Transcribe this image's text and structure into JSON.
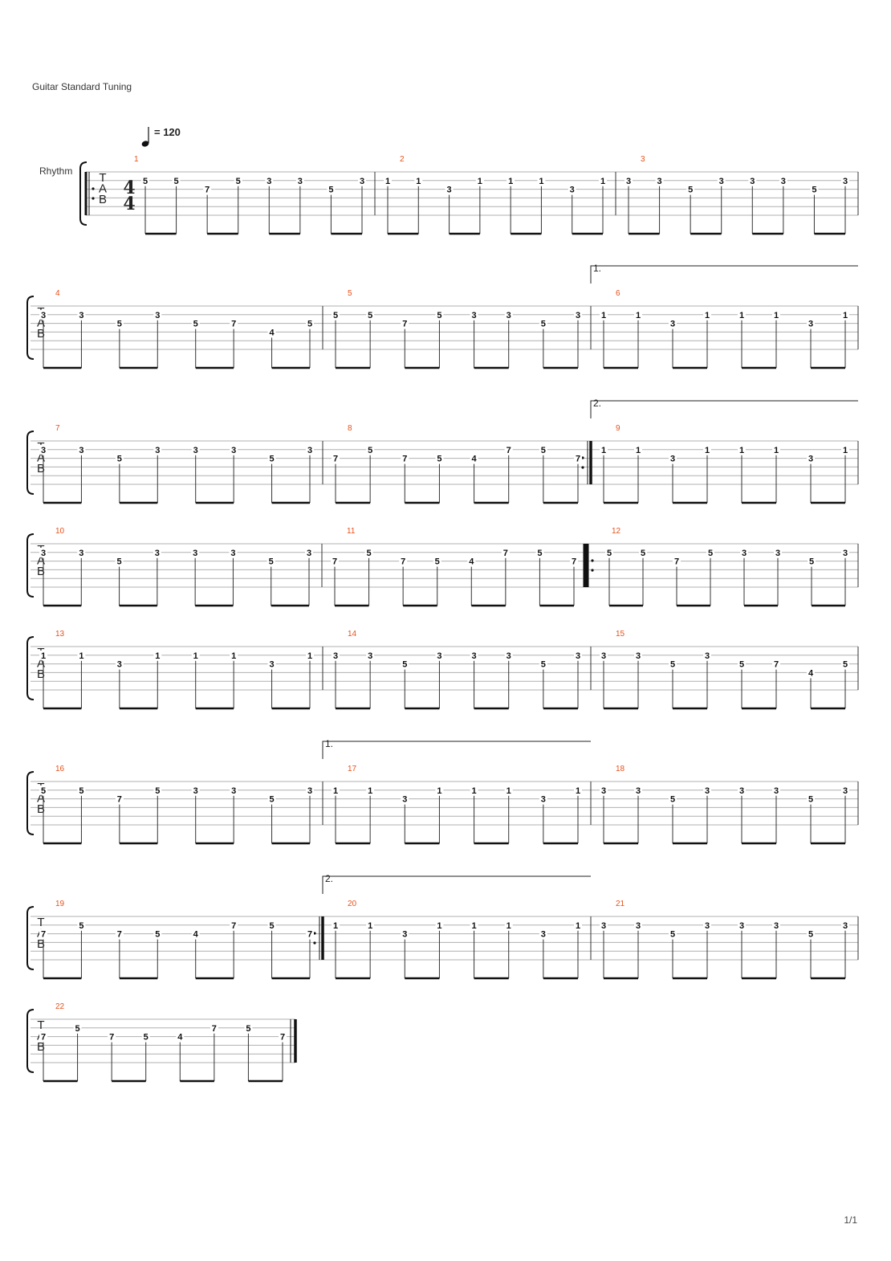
{
  "header": {
    "tuning": "Guitar Standard Tuning",
    "tempo": "= 120",
    "track_name": "Rhythm",
    "time_signature": {
      "numerator": "4",
      "denominator": "4"
    },
    "tab_letters": [
      "T",
      "A",
      "B"
    ]
  },
  "colors": {
    "bar_number": "#e8501a",
    "staff_line": "#b0b0b0",
    "notes": "#111111"
  },
  "systems": [
    {
      "bars": [
        1,
        2,
        3
      ]
    },
    {
      "bars": [
        4,
        5,
        6
      ]
    },
    {
      "bars": [
        7,
        8,
        9
      ]
    },
    {
      "bars": [
        10,
        11,
        12
      ]
    },
    {
      "bars": [
        13,
        14,
        15
      ]
    },
    {
      "bars": [
        16,
        17,
        18
      ]
    },
    {
      "bars": [
        19,
        20,
        21
      ]
    },
    {
      "bars": [
        22
      ]
    }
  ],
  "measures": {
    "1": {
      "notes": [
        [
          "B",
          "5"
        ],
        [
          "B",
          "5"
        ],
        [
          "G",
          "7"
        ],
        [
          "B",
          "5"
        ],
        [
          "B",
          "3"
        ],
        [
          "B",
          "3"
        ],
        [
          "G",
          "5"
        ],
        [
          "B",
          "3"
        ]
      ],
      "repeat_start": true
    },
    "2": {
      "notes": [
        [
          "B",
          "1"
        ],
        [
          "B",
          "1"
        ],
        [
          "G",
          "3"
        ],
        [
          "B",
          "1"
        ],
        [
          "B",
          "1"
        ],
        [
          "B",
          "1"
        ],
        [
          "G",
          "3"
        ],
        [
          "B",
          "1"
        ]
      ]
    },
    "3": {
      "notes": [
        [
          "B",
          "3"
        ],
        [
          "B",
          "3"
        ],
        [
          "G",
          "5"
        ],
        [
          "B",
          "3"
        ],
        [
          "B",
          "3"
        ],
        [
          "B",
          "3"
        ],
        [
          "G",
          "5"
        ],
        [
          "B",
          "3"
        ]
      ]
    },
    "4": {
      "notes": [
        [
          "B",
          "3"
        ],
        [
          "B",
          "3"
        ],
        [
          "G",
          "5"
        ],
        [
          "B",
          "3"
        ],
        [
          "G",
          "5"
        ],
        [
          "G",
          "7"
        ],
        [
          "D",
          "4"
        ],
        [
          "G",
          "5"
        ]
      ]
    },
    "5": {
      "notes": [
        [
          "B",
          "5"
        ],
        [
          "B",
          "5"
        ],
        [
          "G",
          "7"
        ],
        [
          "B",
          "5"
        ],
        [
          "B",
          "3"
        ],
        [
          "B",
          "3"
        ],
        [
          "G",
          "5"
        ],
        [
          "B",
          "3"
        ]
      ]
    },
    "6": {
      "notes": [
        [
          "B",
          "1"
        ],
        [
          "B",
          "1"
        ],
        [
          "G",
          "3"
        ],
        [
          "B",
          "1"
        ],
        [
          "B",
          "1"
        ],
        [
          "B",
          "1"
        ],
        [
          "G",
          "3"
        ],
        [
          "B",
          "1"
        ]
      ],
      "volta": "1."
    },
    "7": {
      "notes": [
        [
          "B",
          "3"
        ],
        [
          "B",
          "3"
        ],
        [
          "G",
          "5"
        ],
        [
          "B",
          "3"
        ],
        [
          "B",
          "3"
        ],
        [
          "B",
          "3"
        ],
        [
          "G",
          "5"
        ],
        [
          "B",
          "3"
        ]
      ]
    },
    "8": {
      "notes": [
        [
          "G",
          "7"
        ],
        [
          "B",
          "5"
        ],
        [
          "G",
          "7"
        ],
        [
          "G",
          "5"
        ],
        [
          "G",
          "4"
        ],
        [
          "B",
          "7"
        ],
        [
          "B",
          "5"
        ],
        [
          "G",
          "7"
        ]
      ],
      "repeat_end": true
    },
    "9": {
      "notes": [
        [
          "B",
          "1"
        ],
        [
          "B",
          "1"
        ],
        [
          "G",
          "3"
        ],
        [
          "B",
          "1"
        ],
        [
          "B",
          "1"
        ],
        [
          "B",
          "1"
        ],
        [
          "G",
          "3"
        ],
        [
          "B",
          "1"
        ]
      ],
      "volta": "2."
    },
    "10": {
      "notes": [
        [
          "B",
          "3"
        ],
        [
          "B",
          "3"
        ],
        [
          "G",
          "5"
        ],
        [
          "B",
          "3"
        ],
        [
          "B",
          "3"
        ],
        [
          "B",
          "3"
        ],
        [
          "G",
          "5"
        ],
        [
          "B",
          "3"
        ]
      ]
    },
    "11": {
      "notes": [
        [
          "G",
          "7"
        ],
        [
          "B",
          "5"
        ],
        [
          "G",
          "7"
        ],
        [
          "G",
          "5"
        ],
        [
          "G",
          "4"
        ],
        [
          "B",
          "7"
        ],
        [
          "B",
          "5"
        ],
        [
          "G",
          "7"
        ]
      ],
      "double_bar_end": true
    },
    "12": {
      "notes": [
        [
          "B",
          "5"
        ],
        [
          "B",
          "5"
        ],
        [
          "G",
          "7"
        ],
        [
          "B",
          "5"
        ],
        [
          "B",
          "3"
        ],
        [
          "B",
          "3"
        ],
        [
          "G",
          "5"
        ],
        [
          "B",
          "3"
        ]
      ],
      "repeat_start": true
    },
    "13": {
      "notes": [
        [
          "B",
          "1"
        ],
        [
          "B",
          "1"
        ],
        [
          "G",
          "3"
        ],
        [
          "B",
          "1"
        ],
        [
          "B",
          "1"
        ],
        [
          "B",
          "1"
        ],
        [
          "G",
          "3"
        ],
        [
          "B",
          "1"
        ]
      ]
    },
    "14": {
      "notes": [
        [
          "B",
          "3"
        ],
        [
          "B",
          "3"
        ],
        [
          "G",
          "5"
        ],
        [
          "B",
          "3"
        ],
        [
          "B",
          "3"
        ],
        [
          "B",
          "3"
        ],
        [
          "G",
          "5"
        ],
        [
          "B",
          "3"
        ]
      ]
    },
    "15": {
      "notes": [
        [
          "B",
          "3"
        ],
        [
          "B",
          "3"
        ],
        [
          "G",
          "5"
        ],
        [
          "B",
          "3"
        ],
        [
          "G",
          "5"
        ],
        [
          "G",
          "7"
        ],
        [
          "D",
          "4"
        ],
        [
          "G",
          "5"
        ]
      ]
    },
    "16": {
      "notes": [
        [
          "B",
          "5"
        ],
        [
          "B",
          "5"
        ],
        [
          "G",
          "7"
        ],
        [
          "B",
          "5"
        ],
        [
          "B",
          "3"
        ],
        [
          "B",
          "3"
        ],
        [
          "G",
          "5"
        ],
        [
          "B",
          "3"
        ]
      ]
    },
    "17": {
      "notes": [
        [
          "B",
          "1"
        ],
        [
          "B",
          "1"
        ],
        [
          "G",
          "3"
        ],
        [
          "B",
          "1"
        ],
        [
          "B",
          "1"
        ],
        [
          "B",
          "1"
        ],
        [
          "G",
          "3"
        ],
        [
          "B",
          "1"
        ]
      ],
      "volta": "1."
    },
    "18": {
      "notes": [
        [
          "B",
          "3"
        ],
        [
          "B",
          "3"
        ],
        [
          "G",
          "5"
        ],
        [
          "B",
          "3"
        ],
        [
          "B",
          "3"
        ],
        [
          "B",
          "3"
        ],
        [
          "G",
          "5"
        ],
        [
          "B",
          "3"
        ]
      ]
    },
    "19": {
      "notes": [
        [
          "G",
          "7"
        ],
        [
          "B",
          "5"
        ],
        [
          "G",
          "7"
        ],
        [
          "G",
          "5"
        ],
        [
          "G",
          "4"
        ],
        [
          "B",
          "7"
        ],
        [
          "B",
          "5"
        ],
        [
          "G",
          "7"
        ]
      ],
      "repeat_end": true
    },
    "20": {
      "notes": [
        [
          "B",
          "1"
        ],
        [
          "B",
          "1"
        ],
        [
          "G",
          "3"
        ],
        [
          "B",
          "1"
        ],
        [
          "B",
          "1"
        ],
        [
          "B",
          "1"
        ],
        [
          "G",
          "3"
        ],
        [
          "B",
          "1"
        ]
      ],
      "volta": "2."
    },
    "21": {
      "notes": [
        [
          "B",
          "3"
        ],
        [
          "B",
          "3"
        ],
        [
          "G",
          "5"
        ],
        [
          "B",
          "3"
        ],
        [
          "B",
          "3"
        ],
        [
          "B",
          "3"
        ],
        [
          "G",
          "5"
        ],
        [
          "B",
          "3"
        ]
      ]
    },
    "22": {
      "notes": [
        [
          "G",
          "7"
        ],
        [
          "B",
          "5"
        ],
        [
          "G",
          "7"
        ],
        [
          "G",
          "5"
        ],
        [
          "G",
          "4"
        ],
        [
          "B",
          "7"
        ],
        [
          "B",
          "5"
        ],
        [
          "G",
          "7"
        ]
      ],
      "final_bar": true
    }
  },
  "footer": {
    "page_number": "1/1"
  }
}
